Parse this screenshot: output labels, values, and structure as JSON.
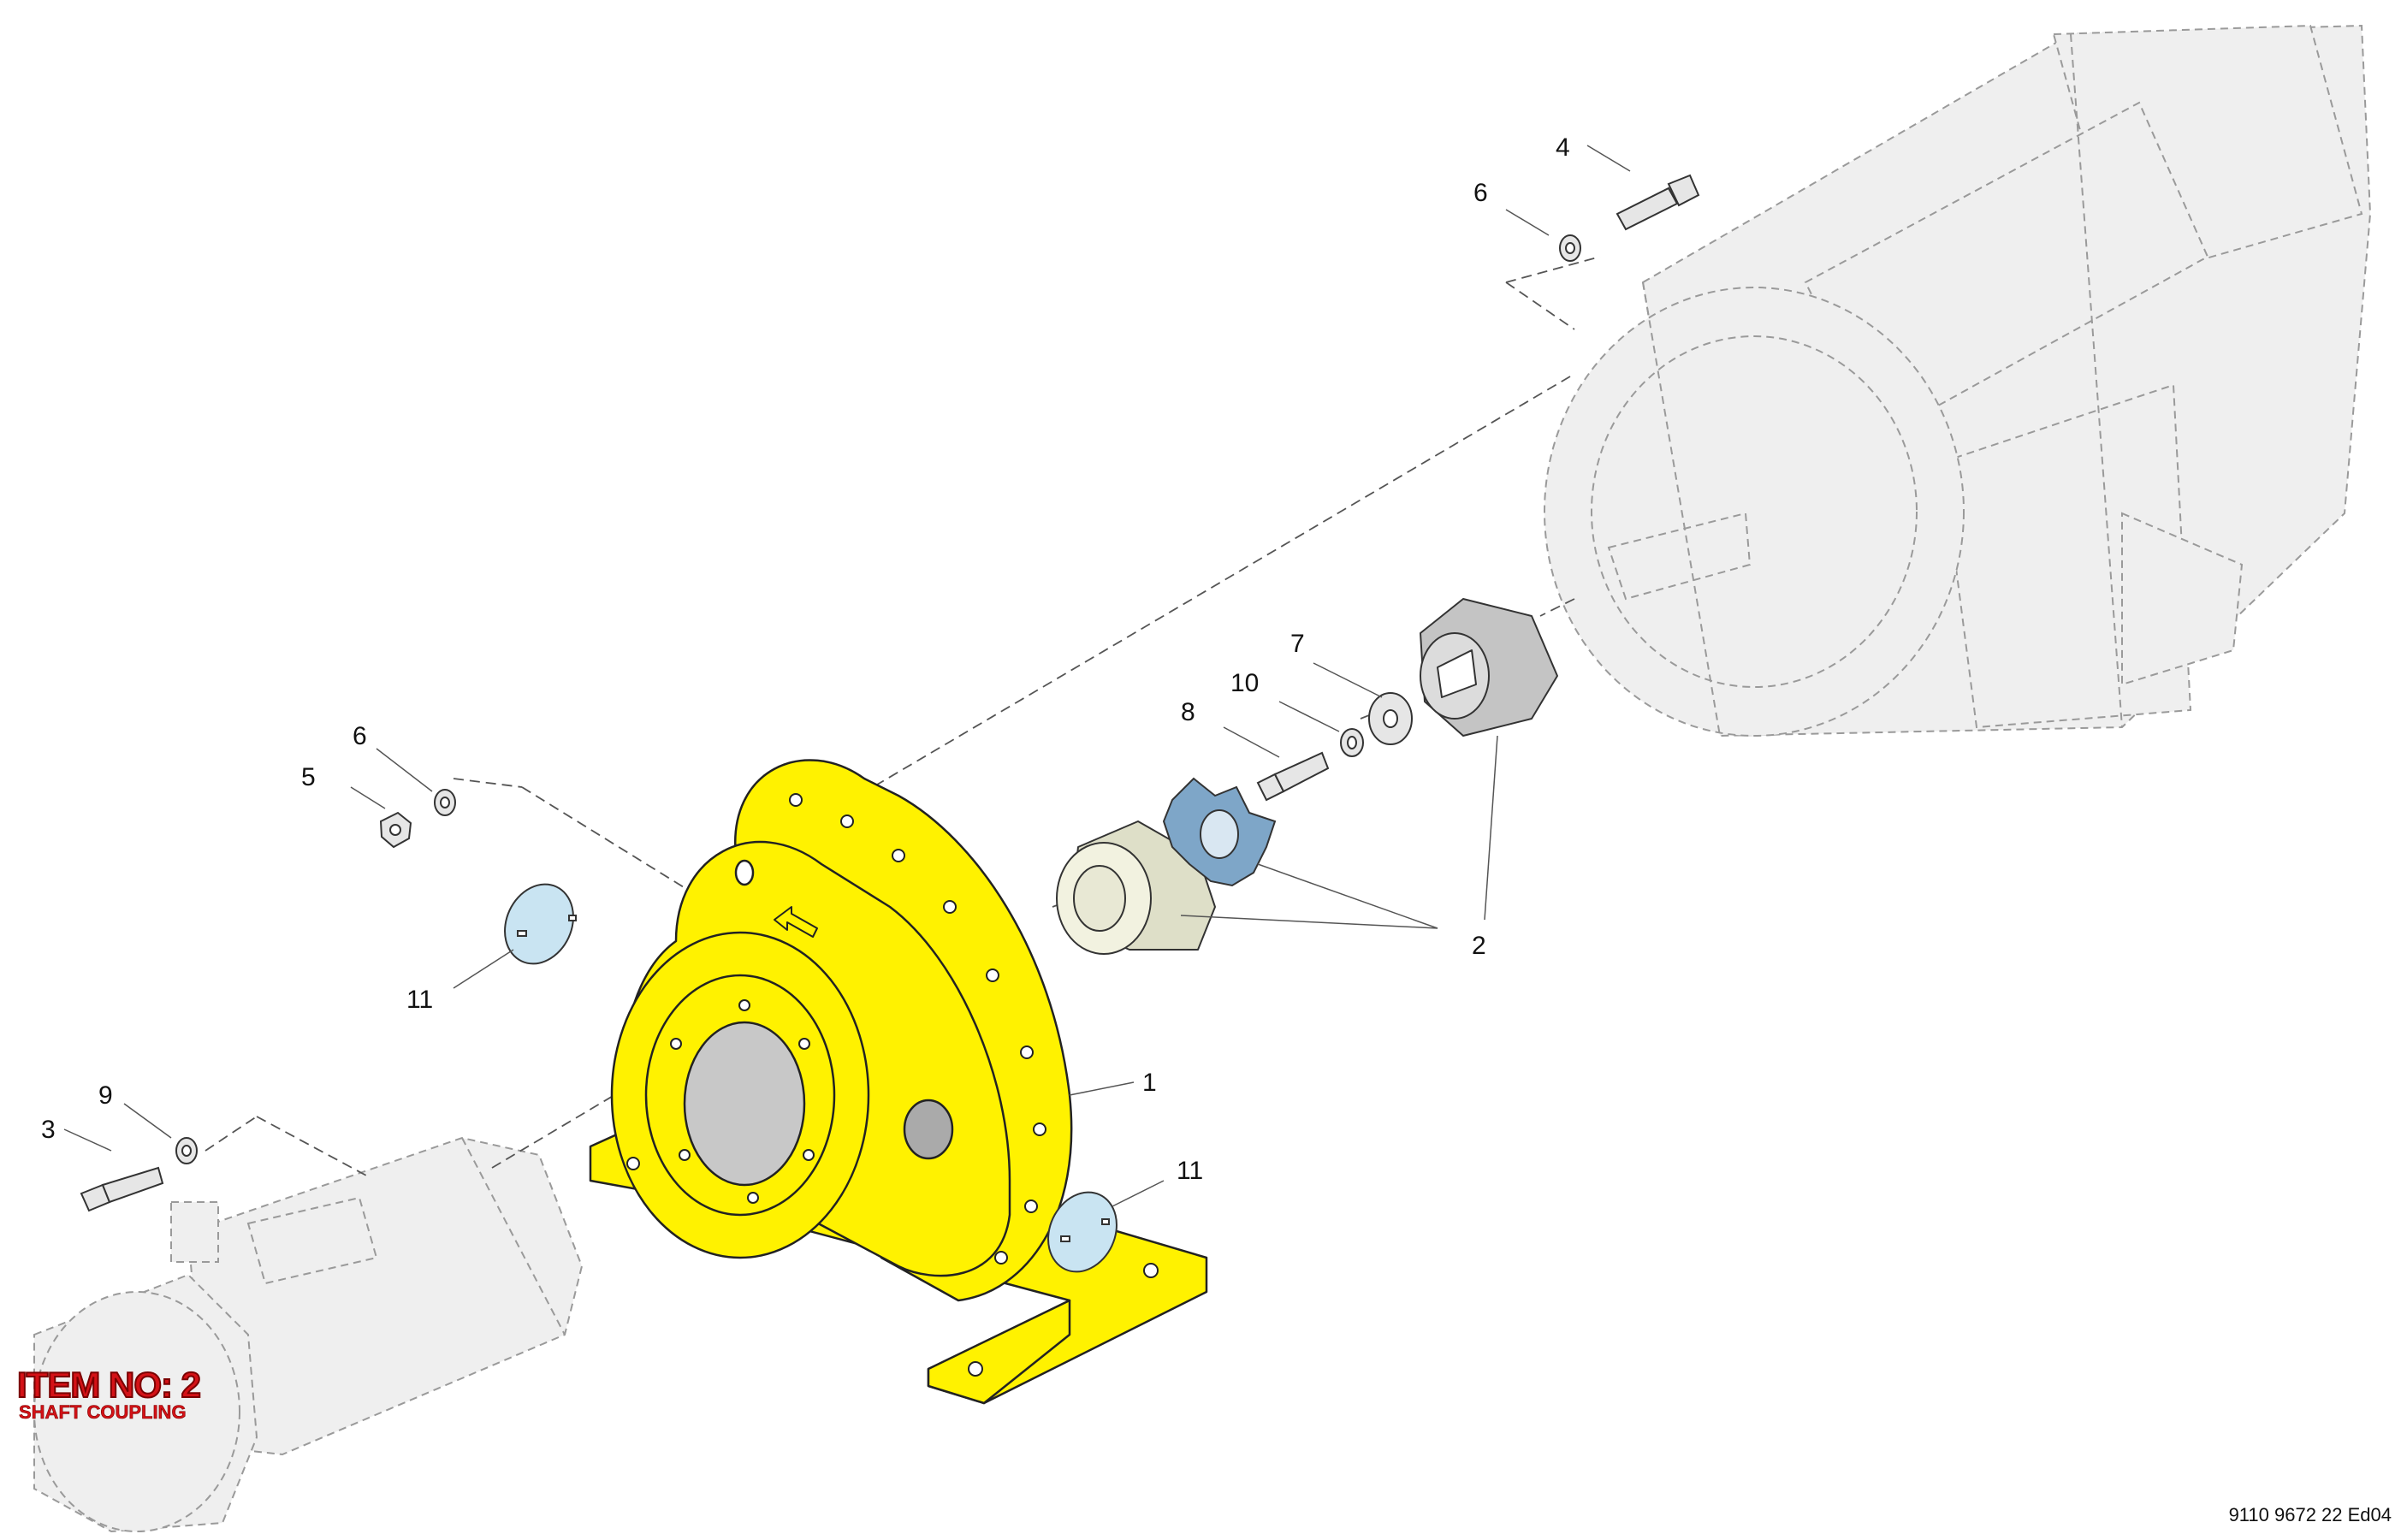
{
  "item": {
    "title": "ITEM NO: 2",
    "subtitle": "SHAFT COUPLING"
  },
  "document_number": "9110 9672 22 Ed04",
  "callouts": [
    "1",
    "2",
    "3",
    "4",
    "5",
    "6",
    "6",
    "7",
    "8",
    "9",
    "10",
    "11",
    "11"
  ],
  "colors": {
    "adapter_housing": "#fff200",
    "spider_element": "#7ea6c8",
    "cover_plug": "#c9e4f2",
    "coupling_hub": "#dedfc8",
    "coupling_hub_motor": "#c4c4c4",
    "ghost_part": "#efefef",
    "ghost_line": "#9a9a9a",
    "title_red": "#d41217"
  }
}
